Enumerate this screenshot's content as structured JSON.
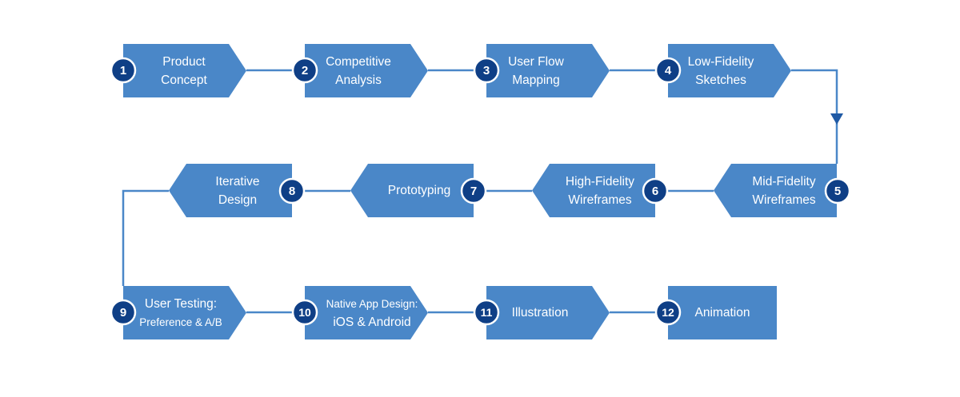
{
  "colors": {
    "box": "#4a87c8",
    "line": "#4a87c8",
    "badge": "#0f3f86",
    "badge_ring": "#ffffff",
    "text": "#ffffff"
  },
  "steps": [
    {
      "number": "1",
      "line1": "Product",
      "line2": "Concept"
    },
    {
      "number": "2",
      "line1": "Competitive",
      "line2": "Analysis"
    },
    {
      "number": "3",
      "line1": "User Flow",
      "line2": "Mapping"
    },
    {
      "number": "4",
      "line1": "Low-Fidelity",
      "line2": "Sketches"
    },
    {
      "number": "5",
      "line1": "Mid-Fidelity",
      "line2": "Wireframes"
    },
    {
      "number": "6",
      "line1": "High-Fidelity",
      "line2": "Wireframes"
    },
    {
      "number": "7",
      "line1": "Prototyping",
      "line2": ""
    },
    {
      "number": "8",
      "line1": "Iterative",
      "line2": "Design"
    },
    {
      "number": "9",
      "line1": "User Testing:",
      "line2": "Preference & A/B"
    },
    {
      "number": "10",
      "line1": "Native App Design:",
      "line2": "iOS & Android"
    },
    {
      "number": "11",
      "line1": "Illustration",
      "line2": ""
    },
    {
      "number": "12",
      "line1": "Animation",
      "line2": ""
    }
  ]
}
